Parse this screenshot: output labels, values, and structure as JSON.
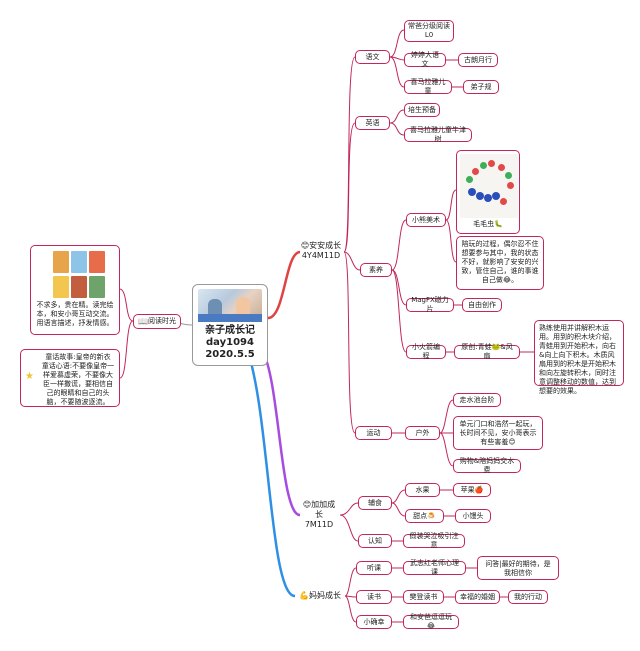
{
  "center": {
    "line1": "亲子成长记day1094",
    "line2": "2020.5.5"
  },
  "reading": {
    "label": "阅读时光",
    "note": "不求多，贵在精。读完绘本，和安小哥互动交流。用语言描述，抒发情感。",
    "story": "童话故事:皇帝的新衣 童话心语:不要像皇帝一样爱慕虚荣，不要像大臣一样撒谎，要相信自己的眼睛和自己的头脑，不要随波逐流。"
  },
  "anan": {
    "label1": "安安成长",
    "label2": "4Y4M11D",
    "chinese": {
      "label": "语文",
      "items": [
        "常爸分级阅读L0",
        "婷婷大语文",
        "古朗月行",
        "喜马拉雅儿童",
        "弟子规"
      ]
    },
    "english": {
      "label": "英语",
      "items": [
        "培生预备",
        "喜马拉雅儿童牛津树"
      ]
    },
    "suyang": {
      "label": "素养",
      "art": "小熊美术",
      "art_caption": "毛毛虫🐛",
      "art_note": "陪玩的过程，偶尔忍不住想要参与其中，我的状态不好，就影响了安安的兴致，管住自己，谁的事谁自己做😂。",
      "magfx": "MagFX磁力片",
      "magfx_item": "自由创作",
      "code": "小火箭编程",
      "code_item": "原创:青蛙🐸&风扇",
      "code_note": "熟练使用并讲解积木运用。用到的积木块介绍，青蛙用到开始积木，向右&向上向下积木。木质风扇用到的积木是开始积木和向左旋转积木，同时注意调整移动的数值，达到想要的效果。"
    },
    "sport": {
      "label": "运动",
      "outdoor": "户外",
      "items": [
        "走水池台阶",
        "单元门口和浩然一起玩，长时间不见，安小哥表示有些害羞😊",
        "购物&陪妈妈交水费"
      ]
    }
  },
  "jiajia": {
    "label1": "加加成长",
    "label2": "7M11D",
    "food": {
      "label": "辅食",
      "fruit": "水果",
      "apple": "苹果🍎",
      "dessert": "甜点🍮",
      "bun": "小馒头"
    },
    "cognition": {
      "label": "认知",
      "item": "假装哭泣吸引注意"
    }
  },
  "mama": {
    "label": "妈妈成长",
    "listen": {
      "label": "听课",
      "item": "武志红老师心理课",
      "note": "问答|最好的期待，是我相信你"
    },
    "read": {
      "label": "读书",
      "item": "樊登读书",
      "book": "幸福的婚姻",
      "action": "我的行动"
    },
    "happy": {
      "label": "小确幸",
      "item": "和安爸逗逗玩😂"
    }
  },
  "colors": {
    "pink": "#c1275a",
    "red": "#e04343",
    "purple": "#a64ce0",
    "blue": "#2d8fe6",
    "gray": "#999999"
  }
}
